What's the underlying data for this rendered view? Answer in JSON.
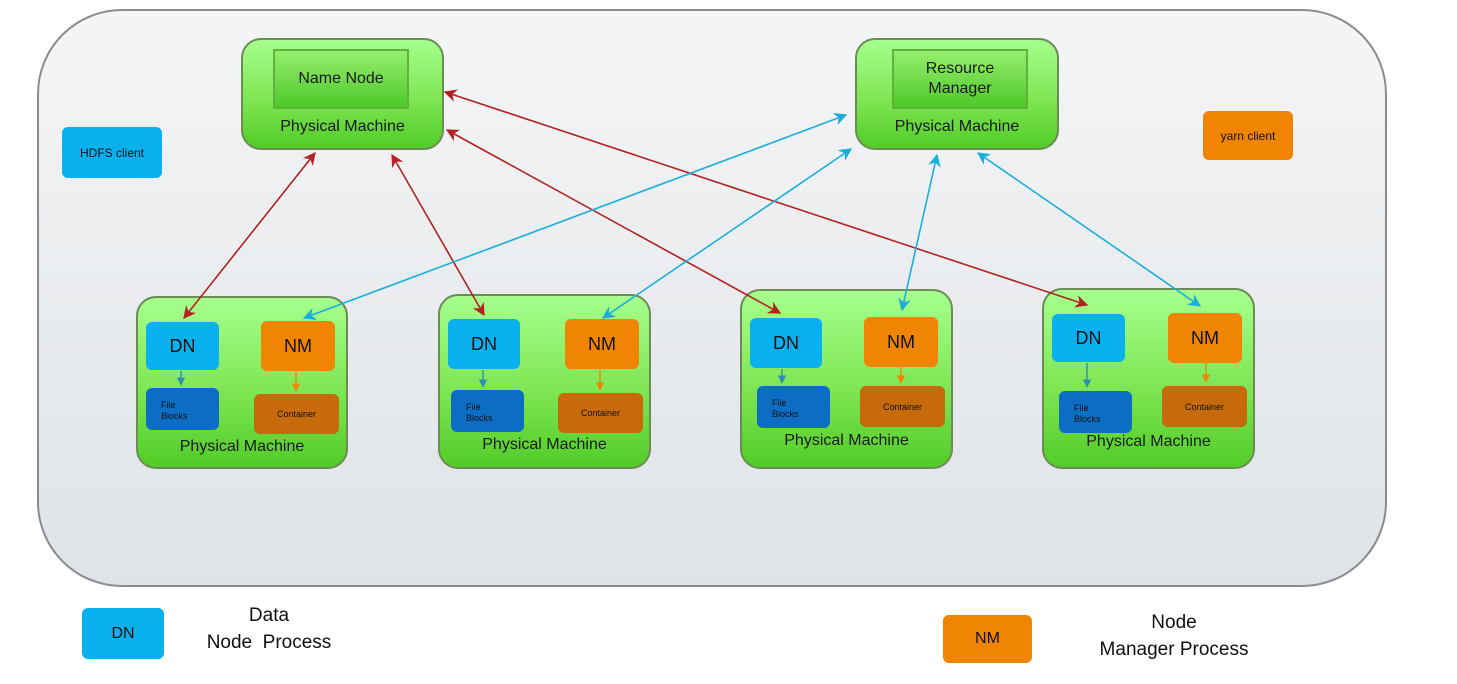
{
  "master_nodes": {
    "name_node": {
      "process_label": "Name Node",
      "machine_label": "Physical Machine"
    },
    "resource_manager": {
      "process_label": "Resource\nManager",
      "machine_label": "Physical Machine"
    }
  },
  "clients": {
    "hdfs": "HDFS client",
    "yarn": "yarn client"
  },
  "worker_machines": [
    {
      "machine_label": "Physical Machine",
      "dn_label": "DN",
      "nm_label": "NM",
      "file_blocks_label": "File\nBlocks",
      "container_label": "Container"
    },
    {
      "machine_label": "Physical Machine",
      "dn_label": "DN",
      "nm_label": "NM",
      "file_blocks_label": "File\nBlocks",
      "container_label": "Container"
    },
    {
      "machine_label": "Physical Machine",
      "dn_label": "DN",
      "nm_label": "NM",
      "file_blocks_label": "File\nBlocks",
      "container_label": "Container"
    },
    {
      "machine_label": "Physical Machine",
      "dn_label": "DN",
      "nm_label": "NM",
      "file_blocks_label": "File\nBlocks",
      "container_label": "Container"
    }
  ],
  "legend": {
    "dn": {
      "swatch_label": "DN",
      "description": "Data\nNode  Process"
    },
    "nm": {
      "swatch_label": "NM",
      "description": "Node\nManager Process"
    }
  },
  "colors": {
    "hdfs_link": "#b22222",
    "yarn_link": "#1aaedc",
    "dn": "#0bb0ee",
    "nm": "#f08504",
    "file_blocks": "#0b6ec4",
    "container": "#c66a0c",
    "machine_green": "#7fe653"
  }
}
